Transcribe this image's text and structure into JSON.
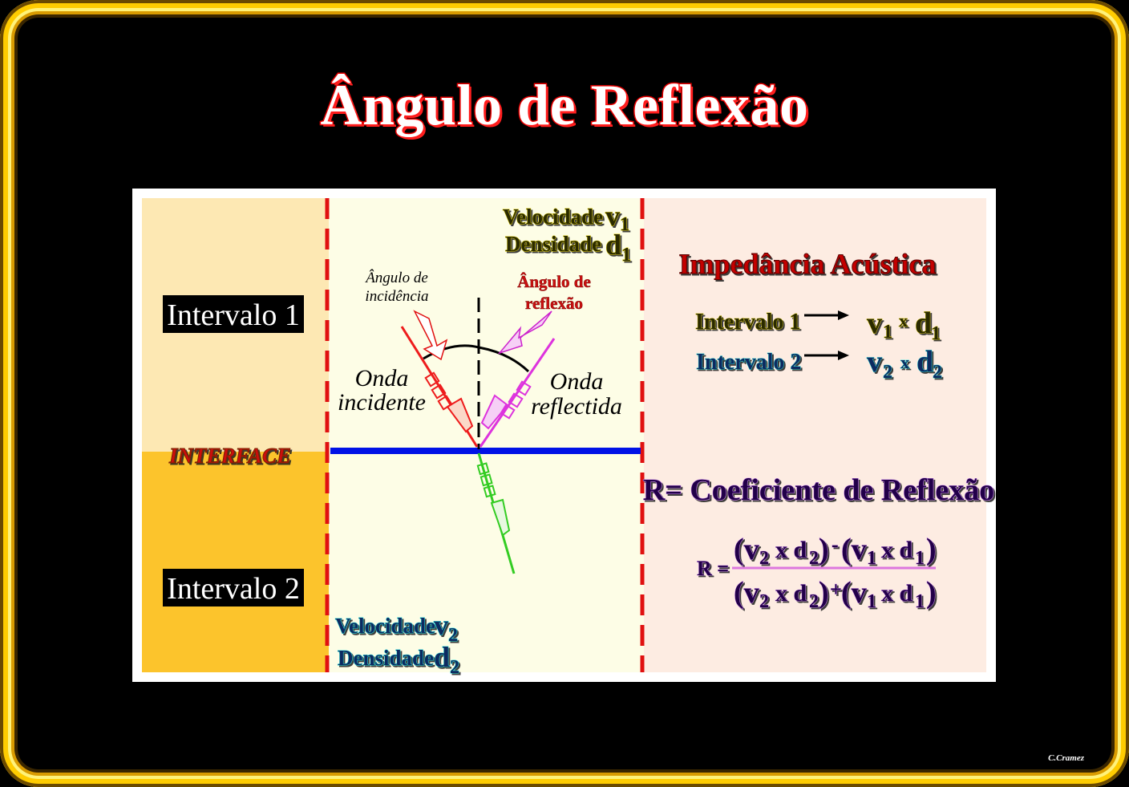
{
  "title": "Ângulo de Reflexão",
  "credit": "C.Cramez",
  "layers": {
    "interval1": "Intervalo 1",
    "interval2": "Intervalo 2",
    "interface": "INTERFACE"
  },
  "top_props": {
    "velocity": "Velocidade",
    "density": "Densidade",
    "v": "v",
    "v_sub": "1",
    "d": "d",
    "d_sub": "1"
  },
  "bottom_props": {
    "velocity": "Velocidade",
    "density": "Densidade",
    "v": "v",
    "v_sub": "2",
    "d": "d",
    "d_sub": "2"
  },
  "angle_incidence": {
    "line1": "Ângulo de",
    "line2": "incidência"
  },
  "angle_reflection": {
    "line1": "Ângulo de",
    "line2": "reflexão"
  },
  "wave_incident": {
    "line1": "Onda",
    "line2": "incidente"
  },
  "wave_reflected": {
    "line1": "Onda",
    "line2": "reflectida"
  },
  "impedance": {
    "title": "Impedância Acústica",
    "row1_label": "Intervalo 1",
    "row2_label": "Intervalo 2",
    "v": "v",
    "d": "d",
    "x": "x",
    "sub1": "1",
    "sub2": "2"
  },
  "coefficient": {
    "title": "R= Coeficiente de Reflexão",
    "r_eq": "R =",
    "num_left": "(v",
    "num_mid": "x d",
    "num_close": ")",
    "minus": "-",
    "plus": "+",
    "sub1": "1",
    "sub2": "2"
  },
  "colors": {
    "interval1_bg": "#fde8b3",
    "interval2_bg": "#fcc42c",
    "middle_bg": "#fdfde6",
    "right_bg": "#fdece2",
    "interface_line": "#0012e6",
    "dashed_line": "#e01010",
    "incident_ray": "#ee1c1c",
    "reflected_ray": "#dd33dd",
    "transmitted_ray": "#33cc22",
    "impedance_title": "#c40000",
    "interval1_label_outline": "#b88a00",
    "interval2_label_outline": "#22d6d6",
    "coefficient_outline": "#cc88ee"
  }
}
